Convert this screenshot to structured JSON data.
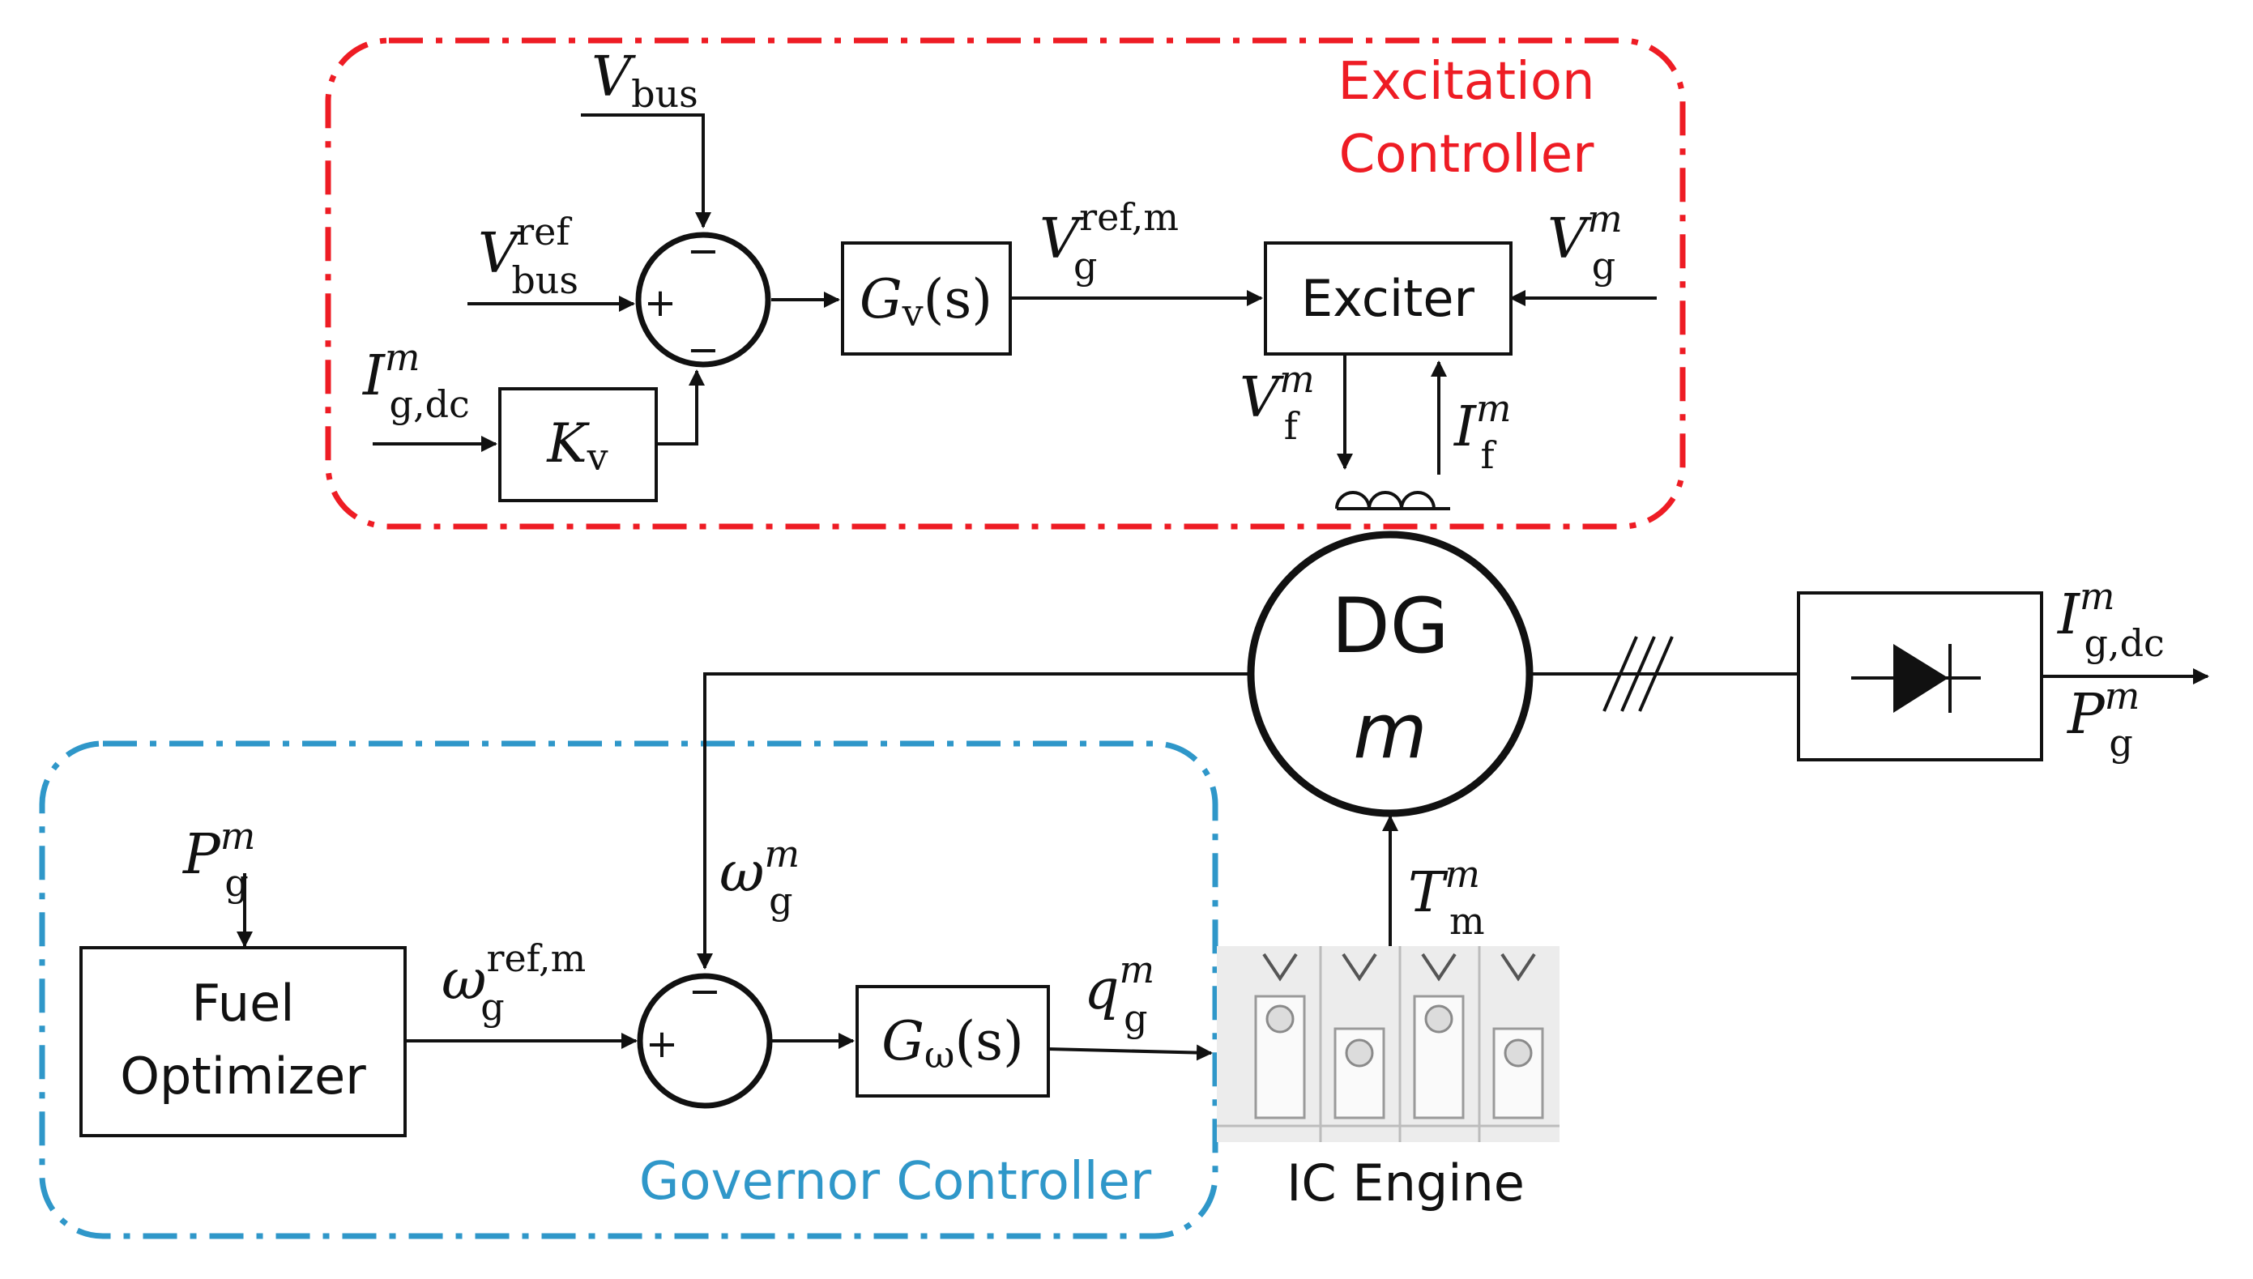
{
  "excitation_group": {
    "line1": "Excitation",
    "line2": "Controller",
    "color": "#ee1c24"
  },
  "governor_group": {
    "label": "Governor Controller",
    "color": "#2f97c9"
  },
  "blocks": {
    "exciter": "Exciter",
    "fuel_optimizer_l1": "Fuel",
    "fuel_optimizer_l2": "Optimizer",
    "kv_main": "K",
    "kv_sub": "v",
    "gv_main": "G",
    "gv_sub": "v",
    "gv_arg": "(s)",
    "gw_main": "G",
    "gw_sub": "ω",
    "gw_arg": "(s)",
    "ic_engine": "IC Engine"
  },
  "generator": {
    "line1": "DG",
    "line2": "m"
  },
  "signs": {
    "plus": "+",
    "minus": "−"
  },
  "signals": {
    "v_bus": {
      "main": "V",
      "sub": "bus"
    },
    "v_bus_ref": {
      "main": "V",
      "sup": "ref",
      "sub": "bus"
    },
    "i_gdc_in": {
      "main": "I",
      "sup": "m",
      "sub": "g,dc"
    },
    "v_g_ref": {
      "main": "V",
      "sup": "ref,m",
      "sub": "g"
    },
    "v_g": {
      "main": "V",
      "sup": "m",
      "sub": "g"
    },
    "v_f": {
      "main": "V",
      "sup": "m",
      "sub": "f"
    },
    "i_f": {
      "main": "I",
      "sup": "m",
      "sub": "f"
    },
    "i_gdc_out": {
      "main": "I",
      "sup": "m",
      "sub": "g,dc"
    },
    "p_g_out": {
      "main": "P",
      "sup": "m",
      "sub": "g"
    },
    "p_g_in": {
      "main": "P",
      "sup": "m",
      "sub": "g"
    },
    "omega_g": {
      "main": "ω",
      "sup": "m",
      "sub": "g"
    },
    "omega_g_ref": {
      "main": "ω",
      "sup": "ref,m",
      "sub": "g"
    },
    "q_g": {
      "main": "q",
      "sup": "m",
      "sub": "g"
    },
    "t_m": {
      "main": "T",
      "sup": "m",
      "sub": "m"
    }
  }
}
